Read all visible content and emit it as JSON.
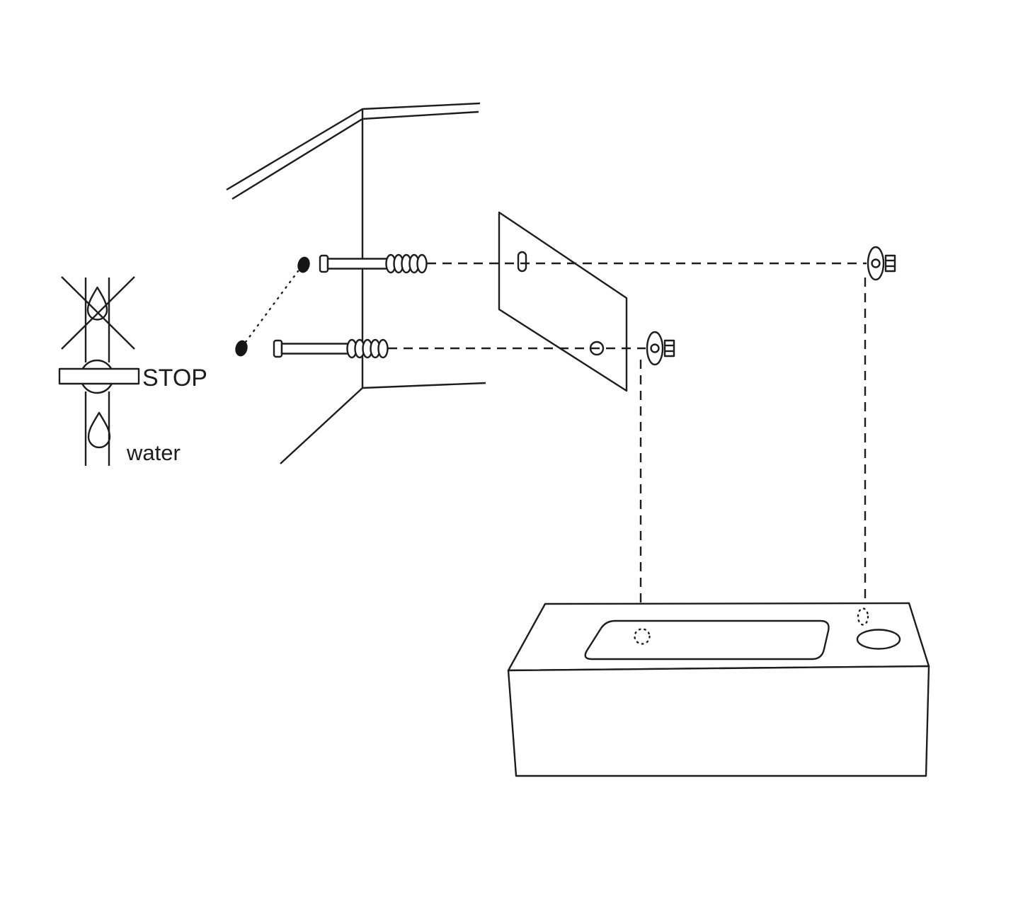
{
  "canvas": {
    "background": "#ffffff",
    "line_color": "#1d1d1d"
  },
  "labels": {
    "stop": "STOP",
    "water": "water"
  },
  "icons": {
    "shutoff_valve_icon": "inline valve circle with bar on vertical pipe",
    "no_water_cross_icon": "X crossing out upper water drop",
    "water_drop_icon": "teardrop shape",
    "drill_hole_icon": "solid black oval dot",
    "wall_anchor_icon": "screw with ribbed wall plug",
    "washer_bolt_icon": "edge-on washer with hex bolt",
    "mounting_bracket_icon": "perspective plate with slot and round hole",
    "washbasin_icon": "perspective basin box with bowl recess and faucet hole"
  }
}
